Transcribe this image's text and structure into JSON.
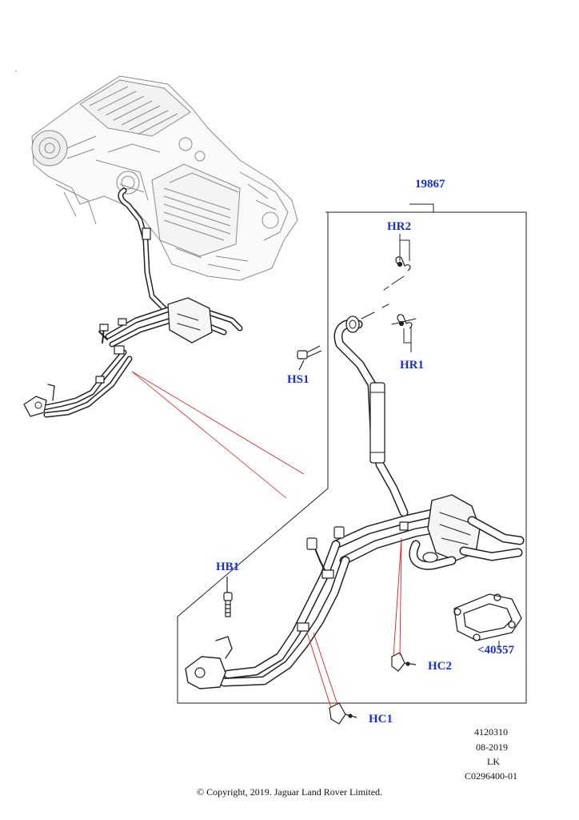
{
  "callouts": {
    "main_assembly": "19867",
    "hr2": "HR2",
    "hr1": "HR1",
    "hs1": "HS1",
    "hb1": "HB1",
    "hc2": "HC2",
    "hc1": "HC1",
    "gasket": "<40557"
  },
  "info": {
    "ref_number": "4120310",
    "date": "08-2019",
    "region": "LK",
    "drawing_code": "C0296400-01"
  },
  "copyright": "© Copyright, 2019. Jaguar Land Rover Limited.",
  "colors": {
    "callout": "#1a2fd0",
    "line": "#222222",
    "leader_red": "#d42020",
    "sketch": "#8a8a8a"
  }
}
